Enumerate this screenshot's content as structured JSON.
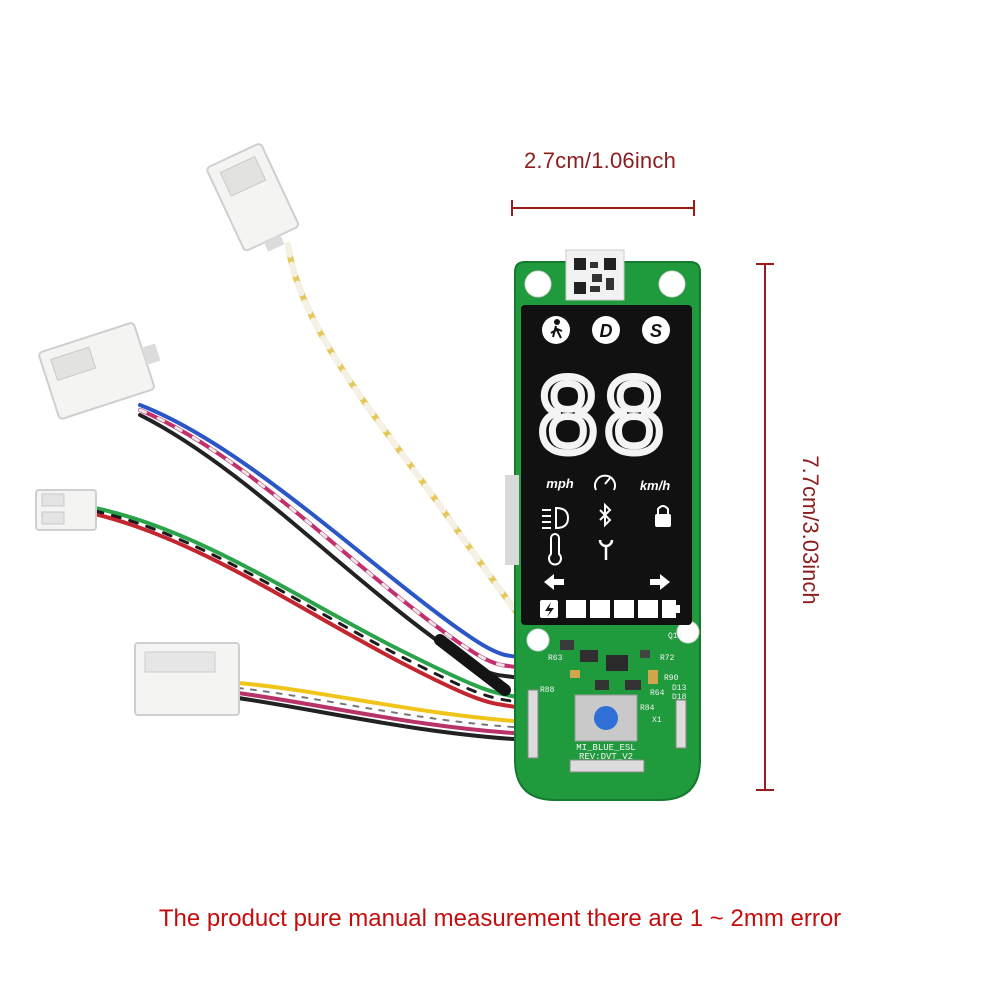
{
  "dimensions": {
    "width_label": "2.7cm/1.06inch",
    "height_label": "7.7cm/3.03inch"
  },
  "caption": "The product pure manual measurement there are 1 ~ 2mm error",
  "display": {
    "mode_buttons": [
      "D",
      "S"
    ],
    "speed_digits": "88",
    "unit_left": "mph",
    "unit_right": "km/h"
  },
  "pcb": {
    "silkscreen_line1": "MI_BLUE_ESL",
    "silkscreen_line2": "REV:DVT_V2",
    "refs": [
      "R63",
      "R64",
      "R72",
      "R88",
      "R90",
      "R84",
      "D13",
      "D18",
      "Q14",
      "X1"
    ]
  },
  "colors": {
    "dimension_line": "#9b1b1b",
    "caption": "#c40d0d",
    "pcb_green": "#1f9a3d",
    "lcd_black": "#111111"
  }
}
